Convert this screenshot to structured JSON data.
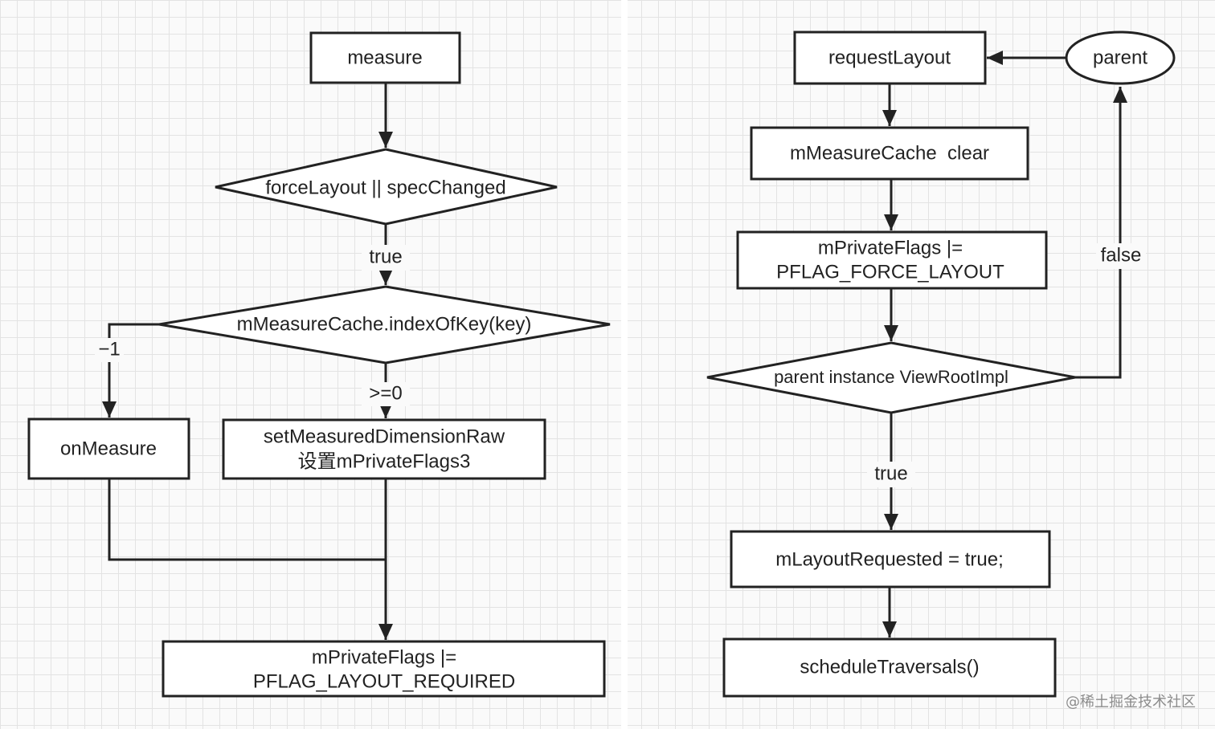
{
  "left_flow": {
    "measure": "measure",
    "decision_force": "forceLayout || specChanged",
    "label_true": "true",
    "decision_cache": "mMeasureCache.indexOfKey(key)",
    "label_neg1": "−1",
    "label_ge0": ">=0",
    "on_measure": "onMeasure",
    "set_measured_line1": "setMeasuredDimensionRaw",
    "set_measured_line2": "设置mPrivateFlags3",
    "layout_required_line1": "mPrivateFlags |=",
    "layout_required_line2": "PFLAG_LAYOUT_REQUIRED"
  },
  "right_flow": {
    "request_layout": "requestLayout",
    "parent": "parent",
    "cache_clear": "mMeasureCache  clear",
    "force_layout_line1": "mPrivateFlags |=",
    "force_layout_line2": "PFLAG_FORCE_LAYOUT",
    "decision_parent": "parent instance ViewRootImpl",
    "label_false": "false",
    "label_true": "true",
    "layout_requested": "mLayoutRequested = true;",
    "schedule": "scheduleTraversals()"
  },
  "watermark": "@稀土掘金技术社区"
}
